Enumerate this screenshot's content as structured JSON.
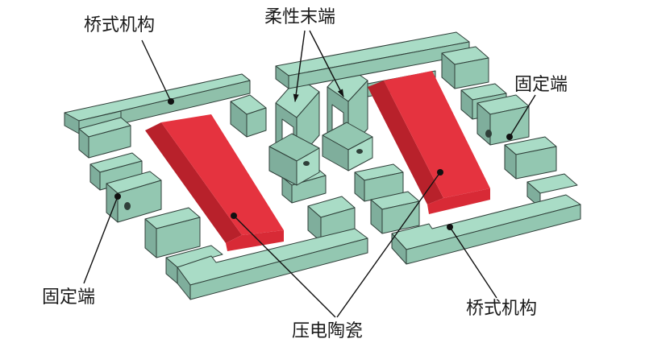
{
  "labels": {
    "bridge_top_left": "桥式机构",
    "flexible_end": "柔性末端",
    "fixed_end_right": "固定端",
    "fixed_end_left": "固定端",
    "bridge_bottom_right": "桥式机构",
    "piezo": "压电陶瓷"
  },
  "colors": {
    "frame_top": "#a9dcc6",
    "frame_left": "#7fae9c",
    "frame_right": "#93c7b1",
    "piezo_top": "#e5333f",
    "piezo_left": "#b8212b",
    "outline": "#2f3f39",
    "text": "#1a1a1a"
  }
}
